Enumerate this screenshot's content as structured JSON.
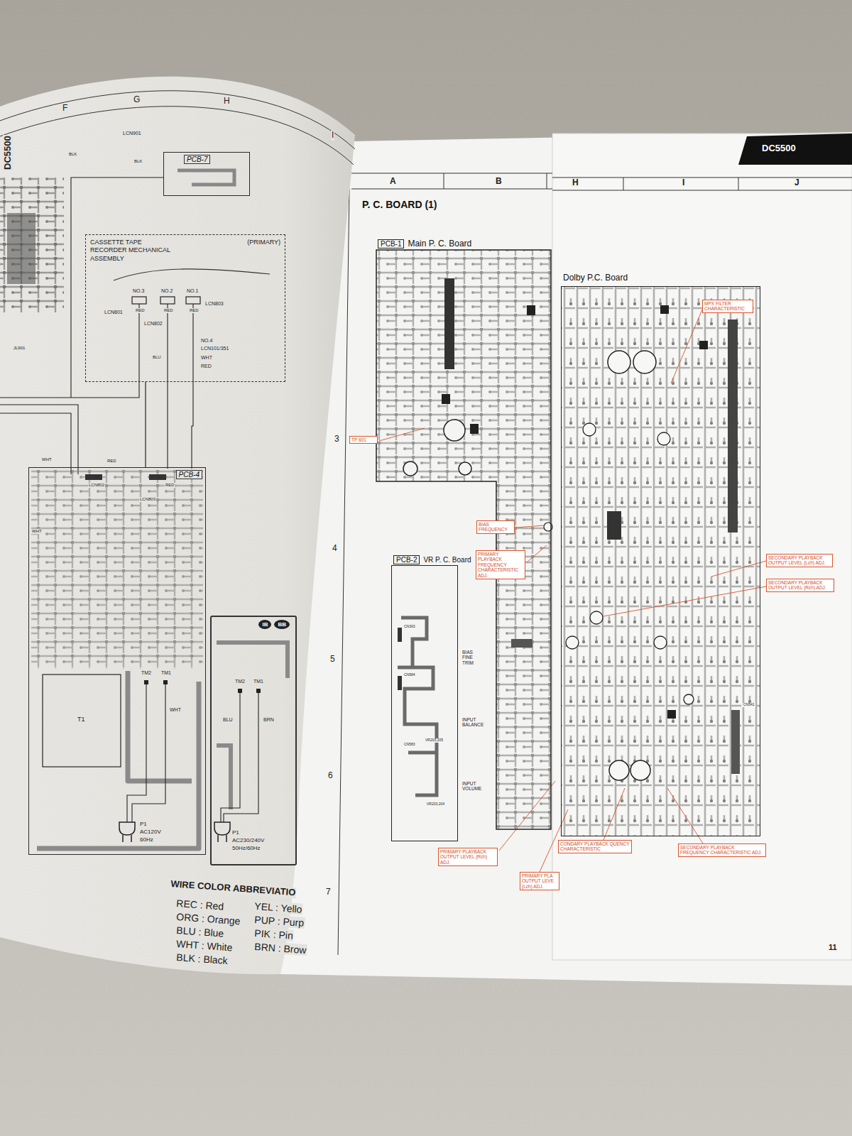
{
  "diagram": {
    "title": "P. C. BOARD (1)",
    "nodes": [
      {
        "text": [
          "CASSETTE TAPE RECORDER MECHANICAL ASSEMBLY",
          "(PRIMARY)"
        ]
      },
      {
        "text": [
          "PCB-7"
        ]
      },
      {
        "text": [
          "PCB-4"
        ]
      },
      {
        "text": [
          "IB",
          "BB"
        ]
      },
      {
        "text": [
          "PCB-1",
          "Main P. C. Board"
        ]
      },
      {
        "text": [
          "Dolby P.C. Board"
        ]
      },
      {
        "text": [
          "PCB-2",
          "VR P. C. Board"
        ]
      },
      {
        "text": [
          "TP 601"
        ]
      },
      {
        "text": [
          "BIAS FREQUENCY"
        ]
      },
      {
        "text": [
          "PRIMARY PLAYBACK FREQUENCY CHARACTERISTIC ADJ."
        ]
      },
      {
        "text": [
          "MPX FILTER CHARACTERISTIC"
        ]
      },
      {
        "text": [
          "SECONDARY PLAYBACK OUTPUT LEVEL (Lch) ADJ."
        ]
      },
      {
        "text": [
          "SECONDARY PLAYBACK OUTPUT LEVEL (Rch) ADJ."
        ]
      },
      {
        "text": [
          "PRIMARY PLAYBACK OUTPUT LEVEL (Rch) ADJ."
        ]
      },
      {
        "text": [
          "PRIMARY PLA OUTPUT LEVE (Lch) ADJ."
        ]
      },
      {
        "text": [
          "CONDARY PLAYBACK QUENCY CHARACTERISTIC"
        ]
      },
      {
        "text": [
          "SECONDARY PLAYBACK FREQUENCY CHARACTERISTIC ADJ."
        ]
      }
    ],
    "edges": [
      {
        "from": 0,
        "to": 2,
        "arrow": "none"
      }
    ],
    "labels": [
      "DC5500",
      "F",
      "G",
      "H",
      "I",
      "LCN901",
      "BLK",
      "BLK",
      "NO.3",
      "NO.2",
      "NO.1",
      "LCN801",
      "RED",
      "RED",
      "RED",
      "LCN802",
      "LCN803",
      "NO.4",
      "LCN101/351",
      "BLU",
      "WHT",
      "RED",
      "JL901",
      "WHT",
      "RED",
      "LCN802",
      "RED",
      "LCN803",
      "WHT",
      "TM2",
      "TM1",
      "WHT",
      "T1",
      "P1",
      "AC120V",
      "60Hz",
      "TM2",
      "TM1",
      "BLU",
      "BRN",
      "P1",
      "AC230/240V",
      "50Hz/60Hz",
      "WIRE COLOR ABBREVIATIO",
      "REC : Red",
      "ORG : Orange",
      "BLU : Blue",
      "WHT : White",
      "BLK : Black",
      "YEL : Yello",
      "PUP : Purp",
      "PIK : Pin",
      "BRN : Brow",
      "A",
      "B",
      "H",
      "I",
      "J",
      "3",
      "4",
      "5",
      "6",
      "7",
      "DC5500",
      "11",
      "CN303",
      "CN584",
      "CN583",
      "VR203,205",
      "VR203,204",
      "BIAS FINE TRIM",
      "INPUT BALANCE",
      "INPUT VOLUME",
      "CN541"
    ]
  }
}
